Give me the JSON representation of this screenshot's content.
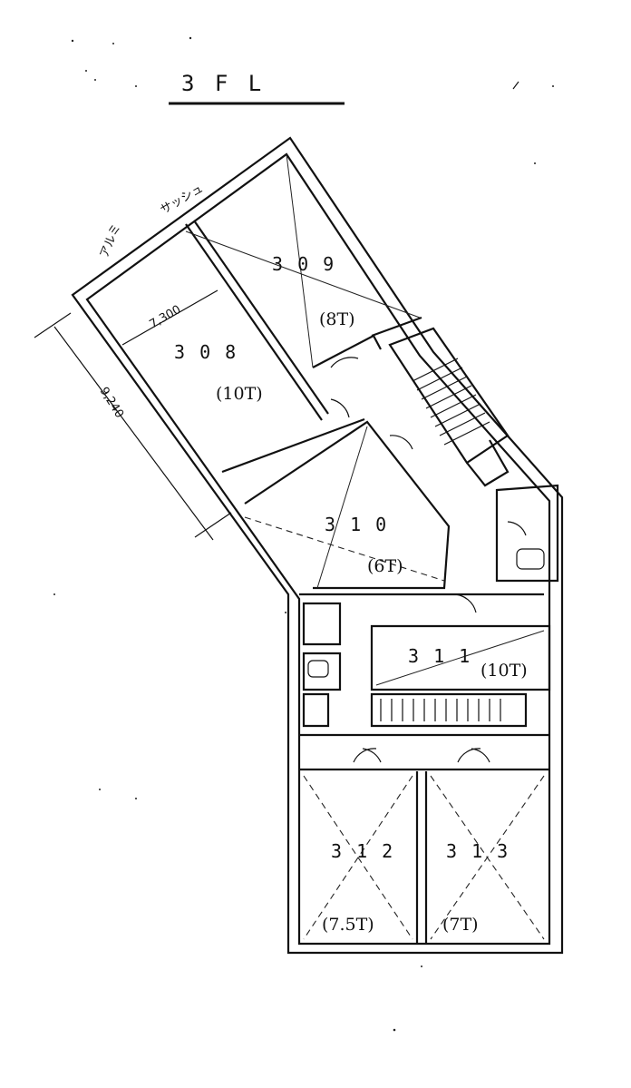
{
  "floor_title": "3 F L",
  "annotations": {
    "aluminum_note": "アルミ",
    "sash_note": "サッシュ",
    "dimension_width": "7,300",
    "dimension_length": "9,240"
  },
  "rooms": [
    {
      "number": "3 0 8",
      "size": "(10T)"
    },
    {
      "number": "3 0 9",
      "size": "(8T)"
    },
    {
      "number": "3 1 0",
      "size": "(6T)"
    },
    {
      "number": "3 1 1",
      "size": "(10T)"
    },
    {
      "number": "3 1 2",
      "size": "(7.5T)"
    },
    {
      "number": "3 1 3",
      "size": "(7T)"
    }
  ]
}
